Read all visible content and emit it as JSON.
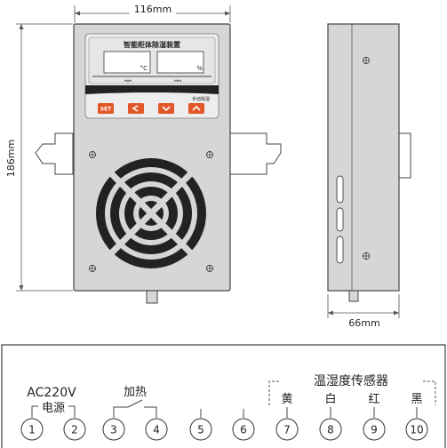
{
  "dimensions": {
    "width_front": "116mm",
    "height": "186mm",
    "width_side": "66mm"
  },
  "panel": {
    "title": "智能柜体除湿装置",
    "temp_unit": "°C",
    "humidity_unit": "%",
    "mode_label": "手动除湿",
    "buttons": [
      {
        "id": "set",
        "label": "SET"
      },
      {
        "id": "left",
        "label": "<"
      },
      {
        "id": "down",
        "label": "v"
      },
      {
        "id": "up",
        "label": "^"
      }
    ]
  },
  "terminals": {
    "numbers": [
      "1",
      "2",
      "3",
      "4",
      "5",
      "6",
      "7",
      "8",
      "9",
      "10"
    ],
    "power_voltage": "AC220V",
    "power_label": "电源",
    "heat_label": "加热",
    "sensor_label": "温湿度传感器",
    "wire_colors": [
      "黄",
      "白",
      "红",
      "黑"
    ]
  },
  "colors": {
    "body": "#d6d6d6",
    "panel": "#ededed",
    "title_bar": "#222222",
    "accent": "#e2572a",
    "line": "#444444"
  }
}
